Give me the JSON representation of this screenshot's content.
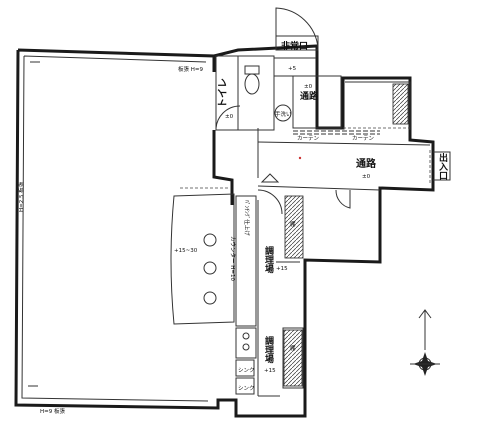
{
  "rooms": {
    "emergency_exit": "非常口",
    "toilet": "トイレ",
    "toilet_level": "±0",
    "corridor_upper": "通路",
    "corridor_upper_level": "±0",
    "corridor_main": "通路",
    "corridor_main_level": "±0",
    "entrance": "出入口",
    "kitchen1": "調理場",
    "kitchen1_level": "+15",
    "kitchen2": "調理場",
    "kitchen2_level": "+15",
    "hand_wash": "手洗い",
    "counter_level": "+15~30",
    "sink1": "シンク",
    "sink2": "シンク"
  },
  "labels": {
    "curtain_left": "カーテン",
    "curtain_right": "カーテン",
    "dim_top": "板張 H=9",
    "dim_left": "H=2.5 板張",
    "dim_bottom": "H=9 板張",
    "counter_note": "ﾊﾟﾝﾁﾝｸﾞ仕上げ",
    "counter_note2": "カウンター H=10",
    "step_label": "+5",
    "shelf_label": "棚",
    "shelf_label2": "棚"
  },
  "colors": {
    "line": "#1a1a1a",
    "paper": "#ffffff"
  }
}
